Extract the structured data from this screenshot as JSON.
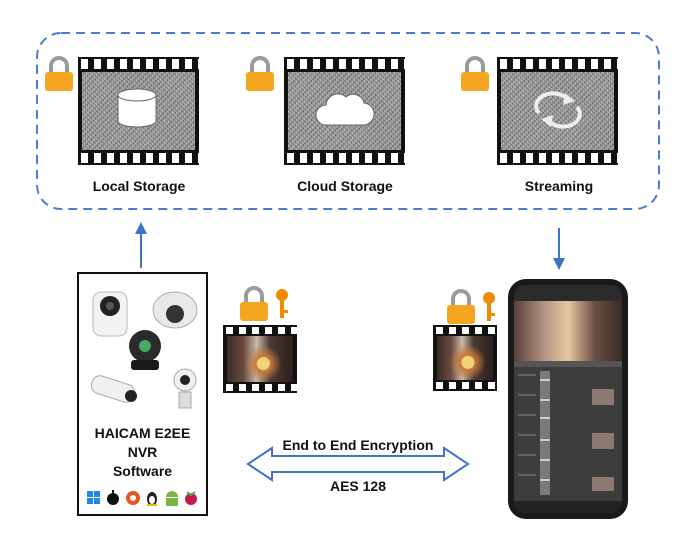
{
  "storage": {
    "items": [
      {
        "label": "Local Storage",
        "icon": "database-icon"
      },
      {
        "label": "Cloud Storage",
        "icon": "cloud-icon"
      },
      {
        "label": "Streaming",
        "icon": "sync-arrows-icon"
      }
    ]
  },
  "nvr": {
    "title_line1": "HAICAM E2EE",
    "title_line2": "NVR",
    "title_line3": "Software",
    "platform_icons": [
      "windows-icon",
      "apple-icon",
      "ubuntu-icon",
      "linux-icon",
      "android-icon",
      "raspberry-pi-icon"
    ]
  },
  "encryption": {
    "top_label": "End to End Encryption",
    "bottom_label": "AES 128"
  },
  "colors": {
    "dashed_border": "#4a7fd0",
    "arrow": "#3f73c8",
    "lock_body": "#f4a621",
    "key": "#f08a00"
  }
}
